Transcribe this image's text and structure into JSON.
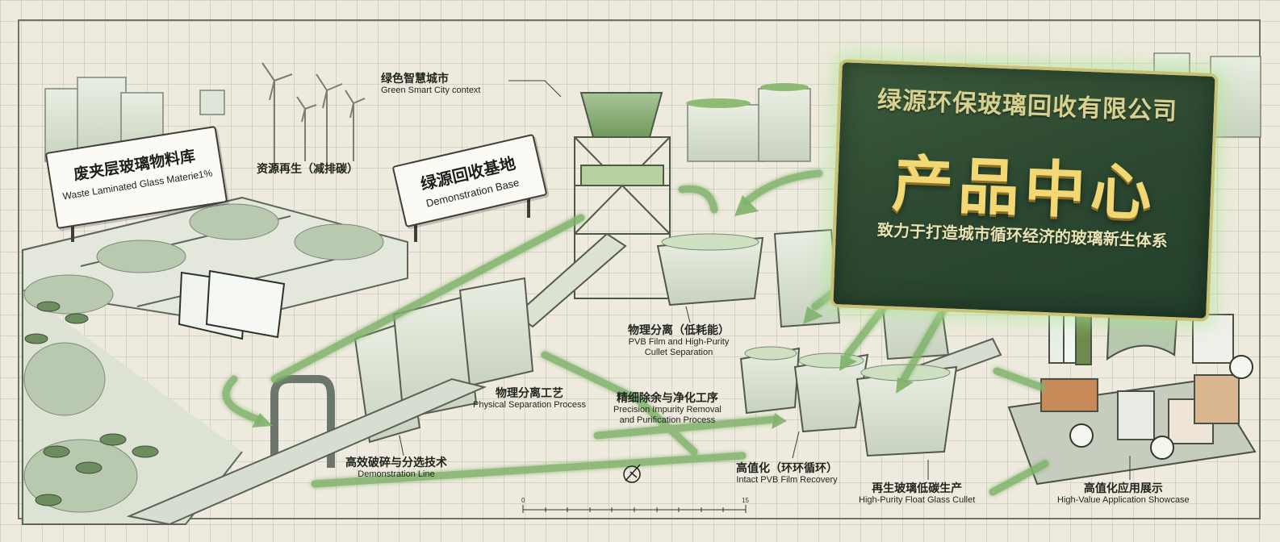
{
  "headline": {
    "company": "绿源环保玻璃回收有限公司",
    "title": "产品中心",
    "tagline": "致力于打造城市循环经济的玻璃新生体系"
  },
  "signs": {
    "warehouse": {
      "zh": "废夹层玻璃物料库",
      "en": "Waste Laminated Glass Materie1%"
    },
    "base": {
      "zh": "绿源回收基地",
      "en": "Demonstration Base"
    }
  },
  "labels": {
    "city": {
      "zh": "绿色智慧城市",
      "en": "Green Smart City context"
    },
    "resource": {
      "zh": "资源再生（减排碳）"
    },
    "physical_sep": {
      "zh": "物理分离（低耗能）",
      "en1": "PVB Film and High-Purity",
      "en2": "Cullet Separation"
    },
    "process": {
      "zh": "物理分离工艺",
      "en": "Physical Separation Process"
    },
    "precision": {
      "zh": "精细除余与净化工序",
      "en1": "Precision Impurity Removal",
      "en2": "and Purification Process"
    },
    "demo_line": {
      "zh": "高效破碎与分选技术",
      "en": "Demonstration Line"
    },
    "pvb": {
      "zh": "高值化（环环循环）",
      "en": "Intact PVB Film Recovery"
    },
    "float": {
      "zh": "再生玻璃低碳生产",
      "en": "High-Purity Float Glass Cullet"
    },
    "showcase": {
      "zh": "高值化应用展示",
      "en": "High-Value Application Showcase"
    }
  },
  "scale_bar": {
    "start": "0",
    "end": "15"
  },
  "colors": {
    "accent_green": "#6f9a5a",
    "glow": "#a8e39a",
    "board": "#2f4d33",
    "gold": "#f2d874"
  }
}
